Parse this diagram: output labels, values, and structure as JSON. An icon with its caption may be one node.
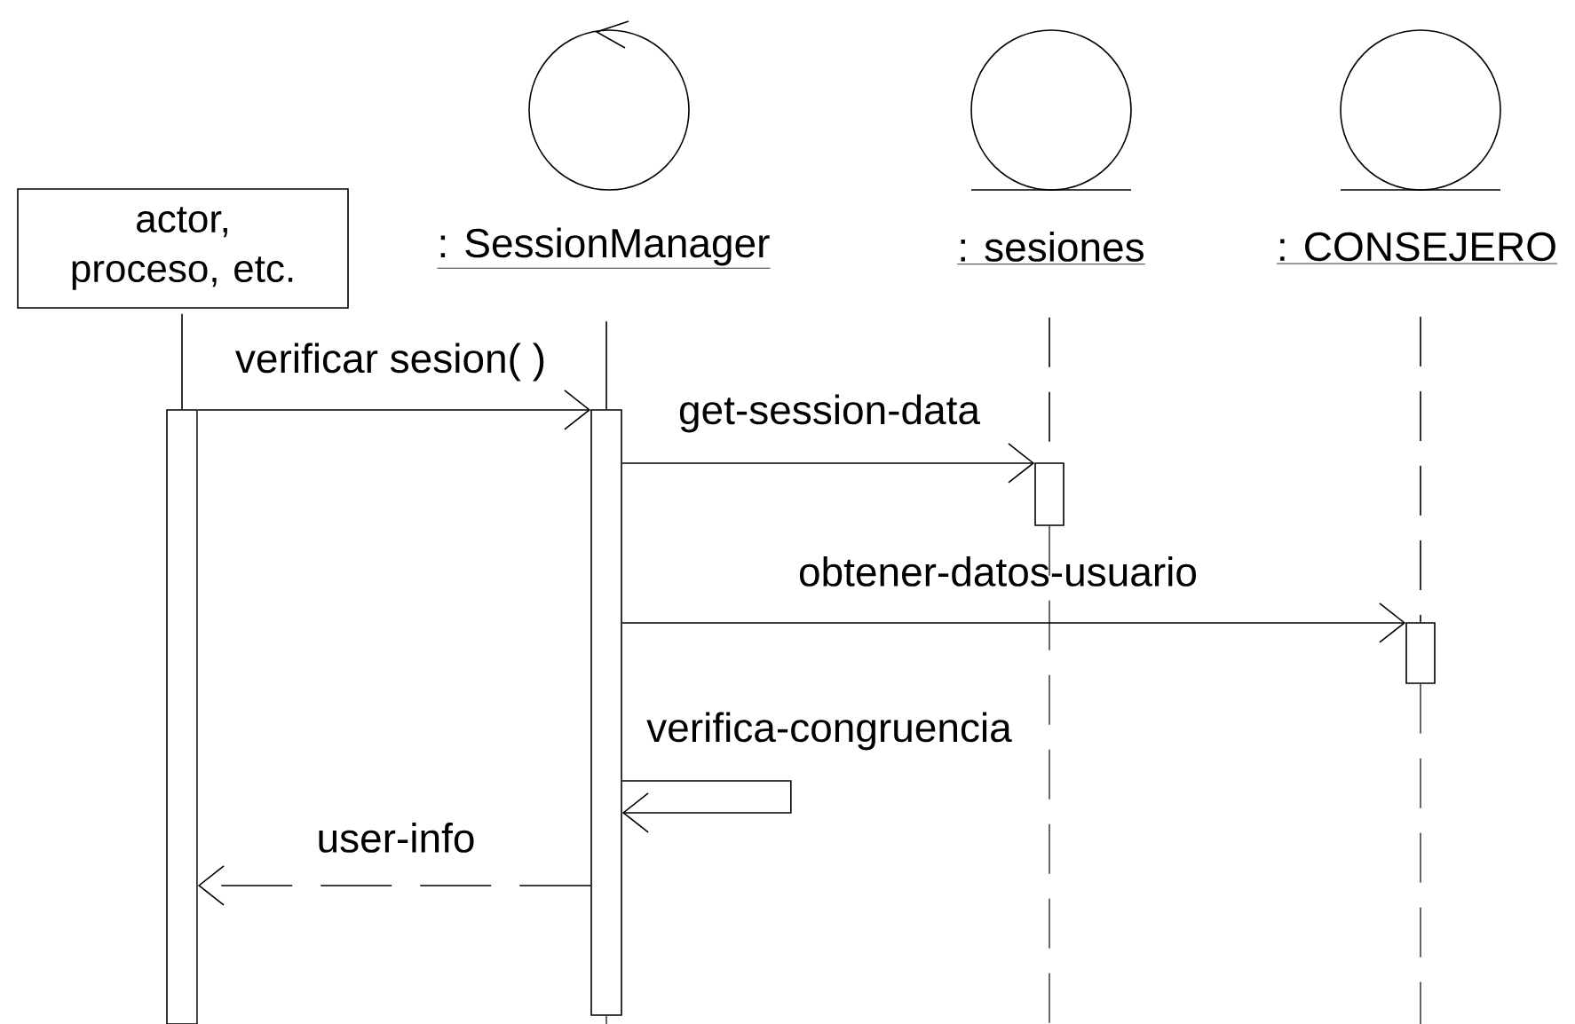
{
  "diagram": {
    "nodes": [
      {
        "text": [
          "actor, proceso, etc."
        ]
      },
      {
        "text": [
          ": SessionManager"
        ]
      },
      {
        "text": [
          ": sesiones"
        ]
      },
      {
        "text": [
          ": CONSEJERO"
        ]
      },
      {
        "text": [],
        "shape": "bar"
      },
      {
        "text": [],
        "shape": "bar"
      },
      {
        "text": [],
        "shape": "bar"
      },
      {
        "text": [],
        "shape": "bar"
      }
    ],
    "edges": [
      {
        "from": 0,
        "to": 4,
        "arrow": "none"
      },
      {
        "from": 1,
        "to": 5,
        "arrow": "none"
      },
      {
        "from": 2,
        "to": 6,
        "arrow": "none",
        "style": "dashed"
      },
      {
        "from": 3,
        "to": 7,
        "arrow": "none",
        "style": "dashed"
      },
      {
        "from": 4,
        "to": 5,
        "arrow": "to",
        "label": "verificar sesion( )"
      },
      {
        "from": 5,
        "to": 6,
        "arrow": "to",
        "label": "get-session-data"
      },
      {
        "from": 5,
        "to": 7,
        "arrow": "to",
        "label": "obtener-datos-usuario"
      },
      {
        "from": 5,
        "to": 5,
        "arrow": "to",
        "label": "verifica-congruencia"
      },
      {
        "from": 5,
        "to": 4,
        "arrow": "to",
        "label": "user-info",
        "style": "dashed"
      }
    ]
  }
}
